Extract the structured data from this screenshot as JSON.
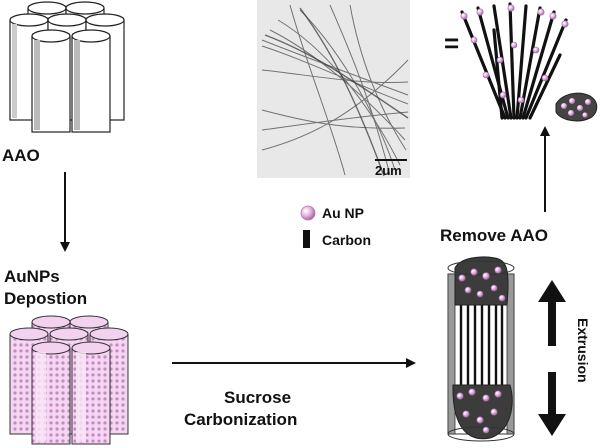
{
  "labels": {
    "aao": "AAO",
    "deposition_line1": "AuNPs",
    "deposition_line2": "Depostion",
    "carbonization_line1": "Sucrose",
    "carbonization_line2": "Carbonization",
    "remove": "Remove AAO",
    "extrusion": "Extrusion",
    "scale_bar": "2um",
    "equals": "="
  },
  "legend": {
    "au_np": "Au NP",
    "carbon": "Carbon"
  },
  "colors": {
    "gold_np": "#d9a3d9",
    "carbon": "#1a1a1a",
    "template_fill": "#f3d2f0",
    "micrograph_bg": "#e6e6e6"
  }
}
